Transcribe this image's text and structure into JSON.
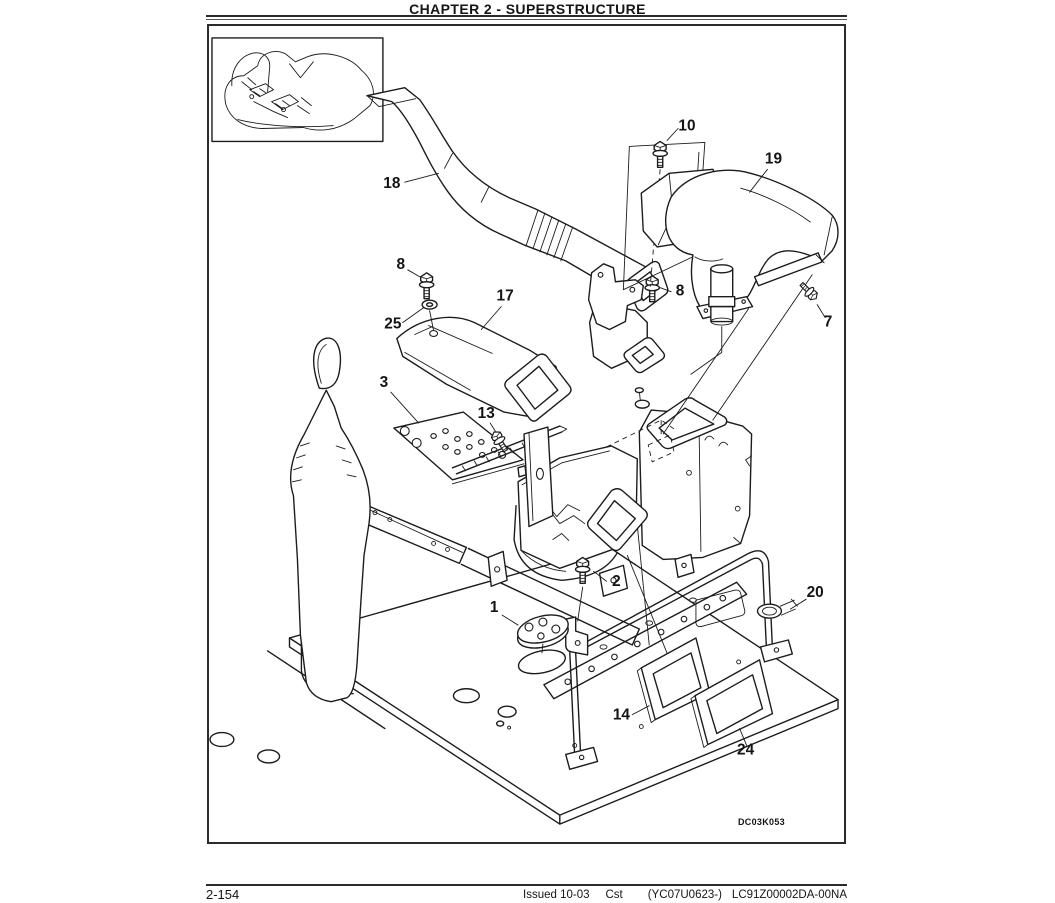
{
  "page": {
    "header": {
      "title": "CHAPTER 2 - SUPERSTRUCTURE"
    },
    "footer": {
      "page_number": "2-154",
      "issued": "Issued 10-03",
      "revision": "Cst",
      "serial_range": "(YC07U0623-)",
      "doc_number": "LC91Z00002DA-00NA"
    },
    "figure": {
      "drawing_code": "DC03K053",
      "callouts": {
        "n1": "1",
        "n2": "2",
        "n3": "3",
        "n7": "7",
        "n8": "8",
        "n10": "10",
        "n13": "13",
        "n14": "14",
        "n17": "17",
        "n18": "18",
        "n19": "19",
        "n20": "20",
        "n24": "24",
        "n25": "25"
      }
    }
  }
}
